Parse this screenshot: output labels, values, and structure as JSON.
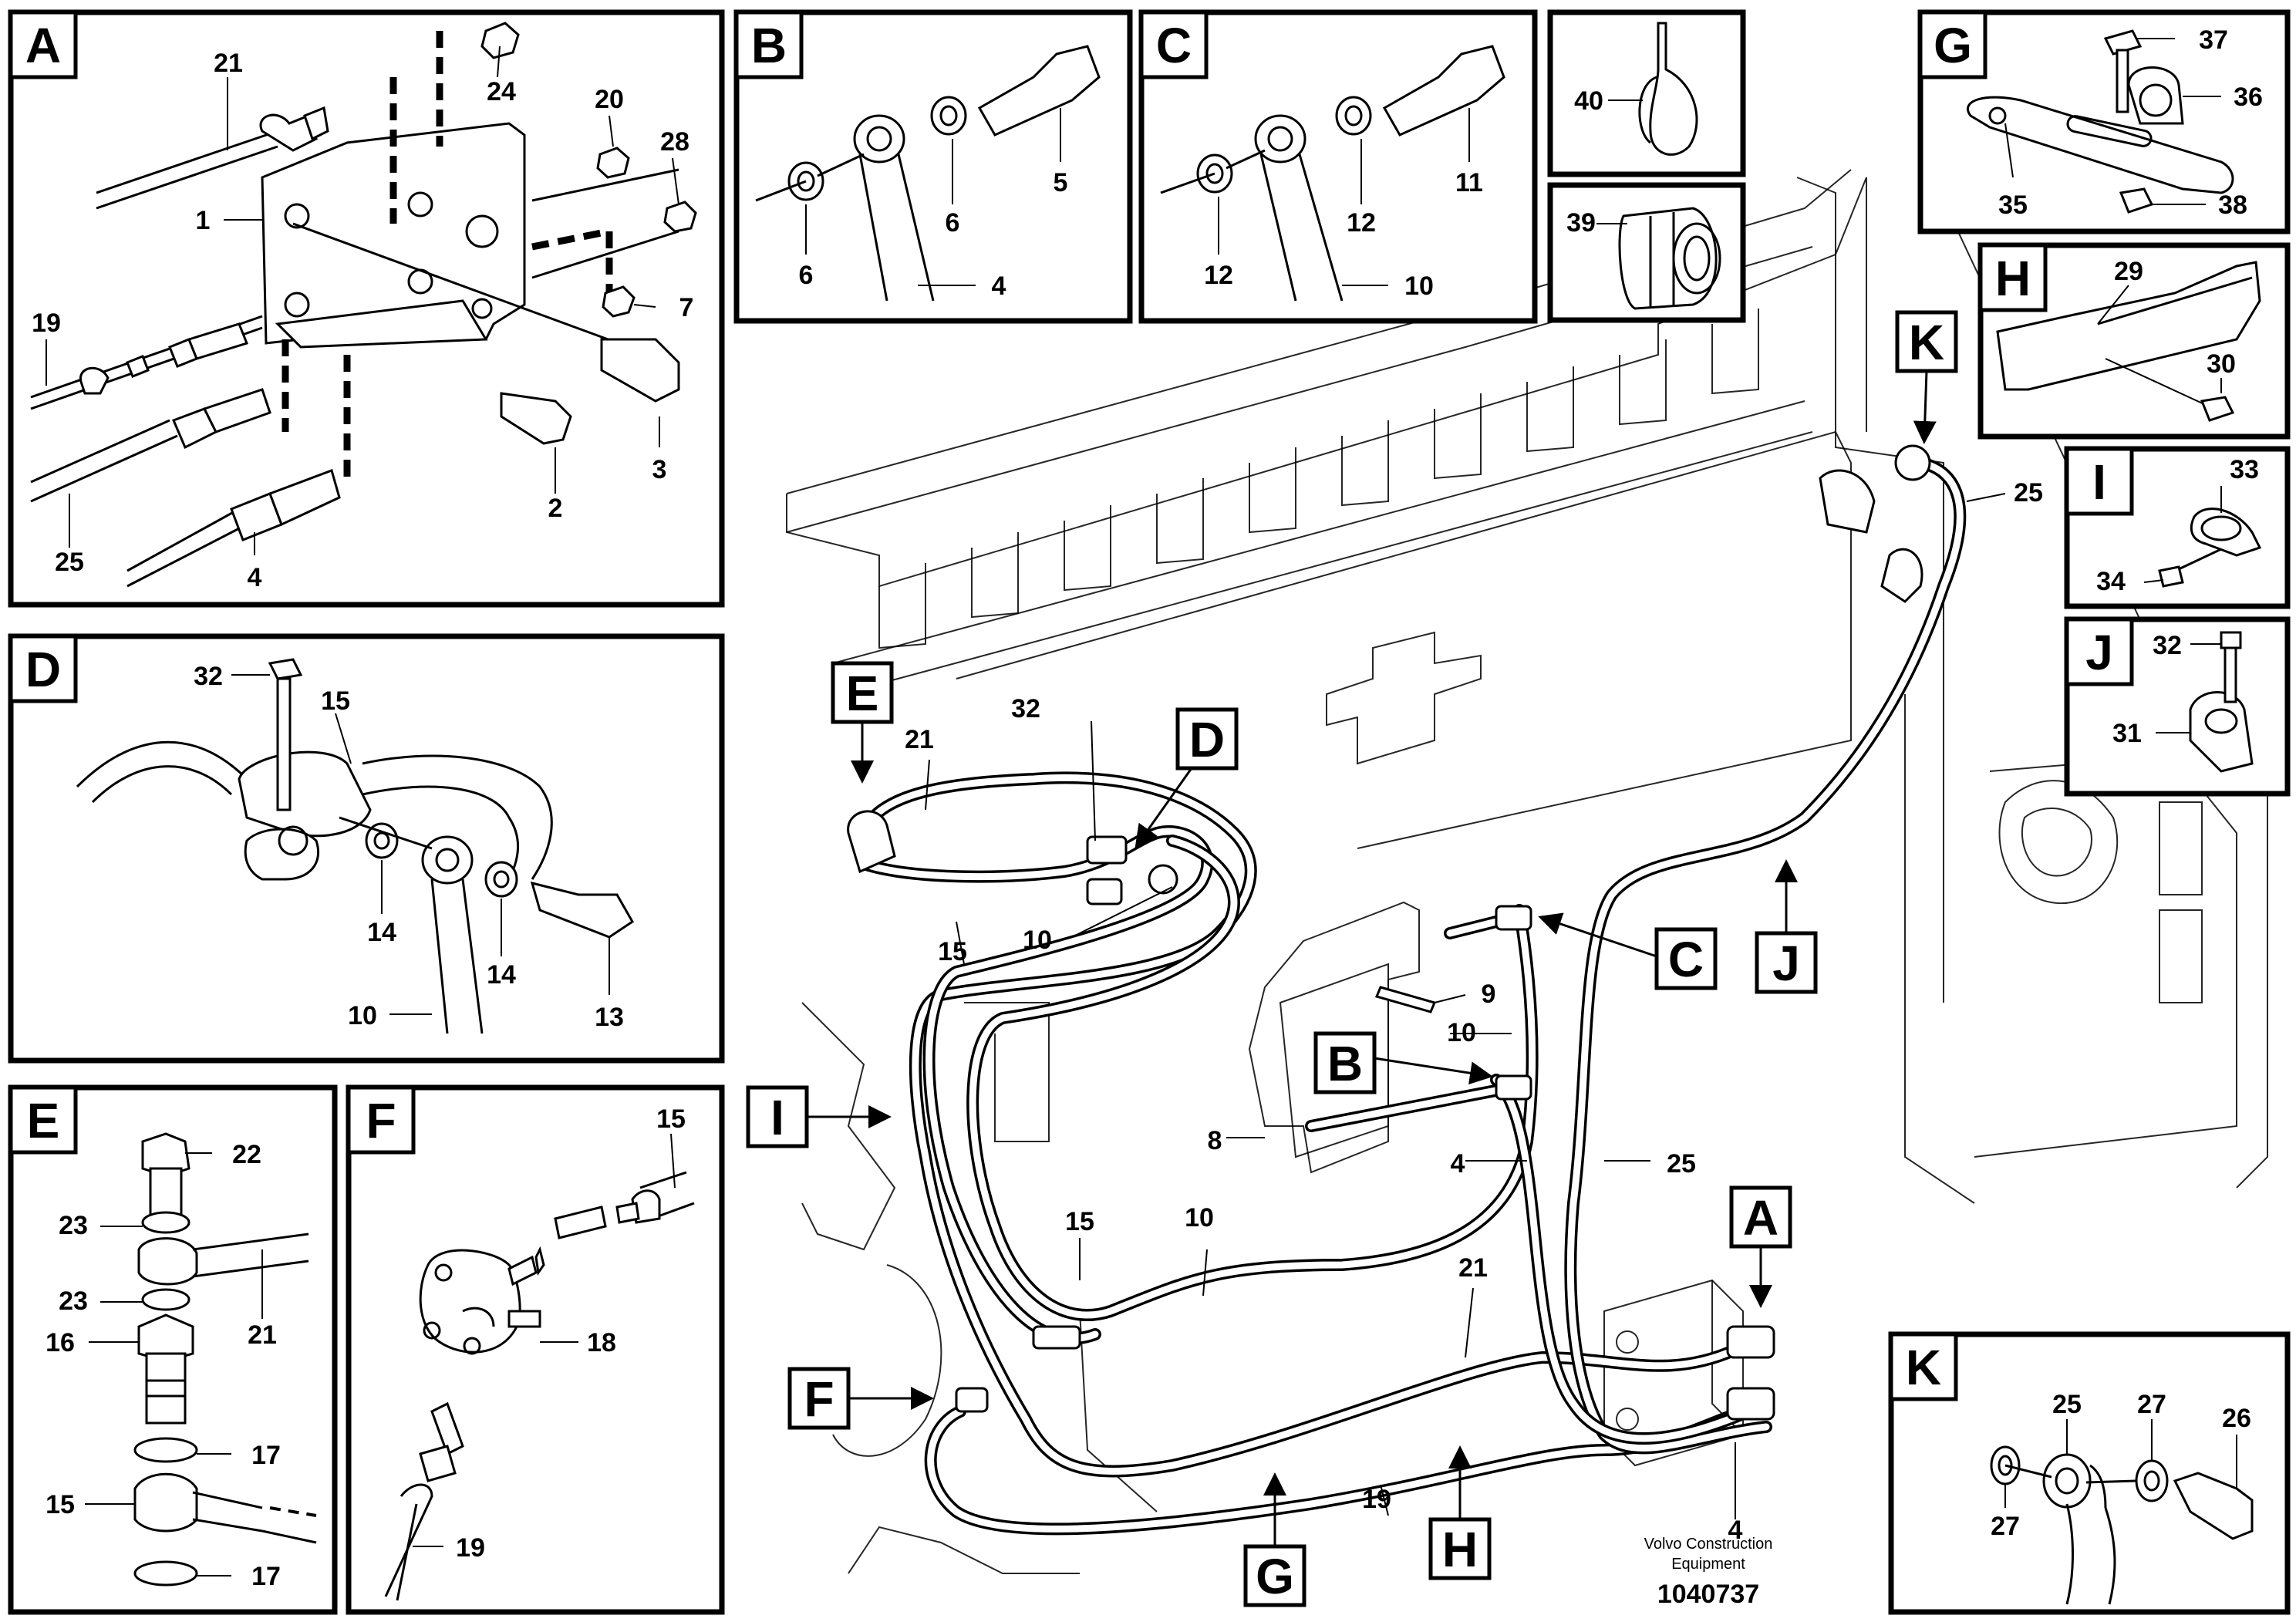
{
  "panels": {
    "A": {
      "letter": "A",
      "labels": [
        "21",
        "24",
        "20",
        "28",
        "1",
        "19",
        "7",
        "3",
        "2",
        "25",
        "4"
      ]
    },
    "B": {
      "letter": "B",
      "labels": [
        "6",
        "6",
        "5",
        "4"
      ]
    },
    "C": {
      "letter": "C",
      "labels": [
        "12",
        "12",
        "11",
        "10"
      ]
    },
    "clip40": {
      "labels": [
        "40"
      ]
    },
    "grommet39": {
      "labels": [
        "39"
      ]
    },
    "G": {
      "letter": "G",
      "labels": [
        "37",
        "36",
        "35",
        "38"
      ]
    },
    "H": {
      "letter": "H",
      "labels": [
        "29",
        "30"
      ]
    },
    "I": {
      "letter": "I",
      "labels": [
        "33",
        "34"
      ]
    },
    "J": {
      "letter": "J",
      "labels": [
        "32",
        "31"
      ]
    },
    "D": {
      "letter": "D",
      "labels": [
        "32",
        "15",
        "14",
        "14",
        "10",
        "13"
      ]
    },
    "E": {
      "letter": "E",
      "labels": [
        "22",
        "23",
        "23",
        "21",
        "16",
        "17",
        "15",
        "17"
      ]
    },
    "F": {
      "letter": "F",
      "labels": [
        "15",
        "18",
        "19"
      ]
    },
    "K": {
      "letter": "K",
      "labels": [
        "25",
        "27",
        "26",
        "27"
      ]
    }
  },
  "main": {
    "callouts": [
      "E",
      "D",
      "K",
      "C",
      "J",
      "B",
      "I",
      "A",
      "F",
      "G",
      "H"
    ],
    "labels": [
      "21",
      "32",
      "15",
      "10",
      "25",
      "9",
      "10",
      "8",
      "4",
      "25",
      "15",
      "10",
      "21",
      "19",
      "4"
    ]
  },
  "credit": {
    "line1": "Volvo Construction",
    "line2": "Equipment",
    "ref": "1040737"
  }
}
